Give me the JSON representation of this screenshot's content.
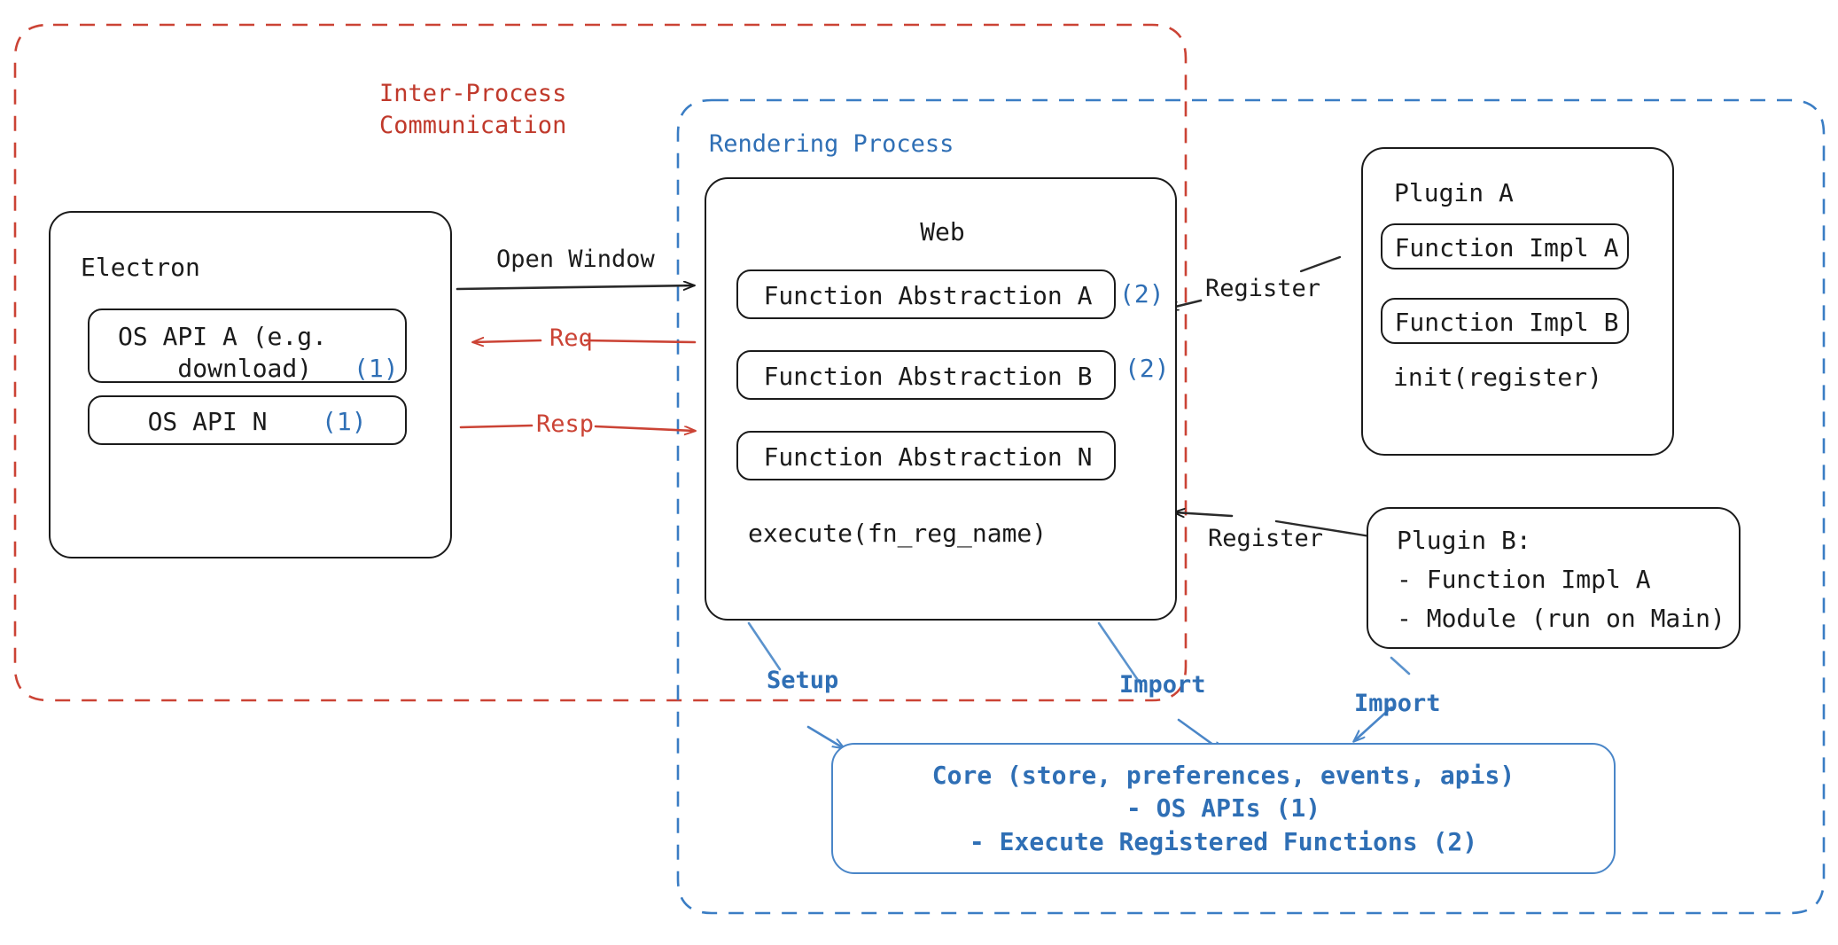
{
  "diagram": {
    "title": "Electron plugin architecture",
    "colors": {
      "red": "#c0392b",
      "red_line": "#cb4335",
      "blue": "#2f6fb5",
      "blue_line": "#4a86c8",
      "ink": "#1b1b1b"
    }
  },
  "regions": {
    "ipc": {
      "label": "Inter-Process\nCommunication",
      "color": "#c0392b",
      "style": "dashed"
    },
    "rendering": {
      "label": "Rendering Process",
      "color": "#2f6fb5",
      "style": "dashed"
    }
  },
  "electron": {
    "title": "Electron",
    "apis": [
      {
        "label": "OS API A (e.g.\n   download)",
        "marker": "(1)"
      },
      {
        "label": "OS API N",
        "marker": "(1)"
      }
    ]
  },
  "web": {
    "title": "Web",
    "abstractions": [
      {
        "label": "Function Abstraction A",
        "marker": "(2)"
      },
      {
        "label": "Function Abstraction B",
        "marker": "(2)"
      },
      {
        "label": "Function Abstraction N",
        "marker": ""
      }
    ],
    "footer": "execute(fn_reg_name)"
  },
  "plugin_a": {
    "title": "Plugin A",
    "functions": [
      "Function Impl A",
      "Function Impl B"
    ],
    "footer": "init(register)"
  },
  "plugin_b": {
    "title": "Plugin B:",
    "items": [
      "- Function Impl A",
      "- Module (run on Main)"
    ]
  },
  "core": {
    "lines": [
      "Core (store, preferences, events, apis)",
      "- OS APIs (1)",
      "- Execute Registered Functions (2)"
    ]
  },
  "edges": [
    {
      "id": "open-window",
      "label": "Open Window",
      "color": "#1b1b1b"
    },
    {
      "id": "req",
      "label": "Req",
      "color": "#cb4335"
    },
    {
      "id": "resp",
      "label": "Resp",
      "color": "#cb4335"
    },
    {
      "id": "register-a",
      "label": "Register",
      "color": "#1b1b1b"
    },
    {
      "id": "register-b",
      "label": "Register",
      "color": "#1b1b1b"
    },
    {
      "id": "setup",
      "label": "Setup",
      "color": "#2f6fb5"
    },
    {
      "id": "import-web",
      "label": "Import",
      "color": "#2f6fb5"
    },
    {
      "id": "import-plugin-b",
      "label": "Import",
      "color": "#2f6fb5"
    }
  ]
}
